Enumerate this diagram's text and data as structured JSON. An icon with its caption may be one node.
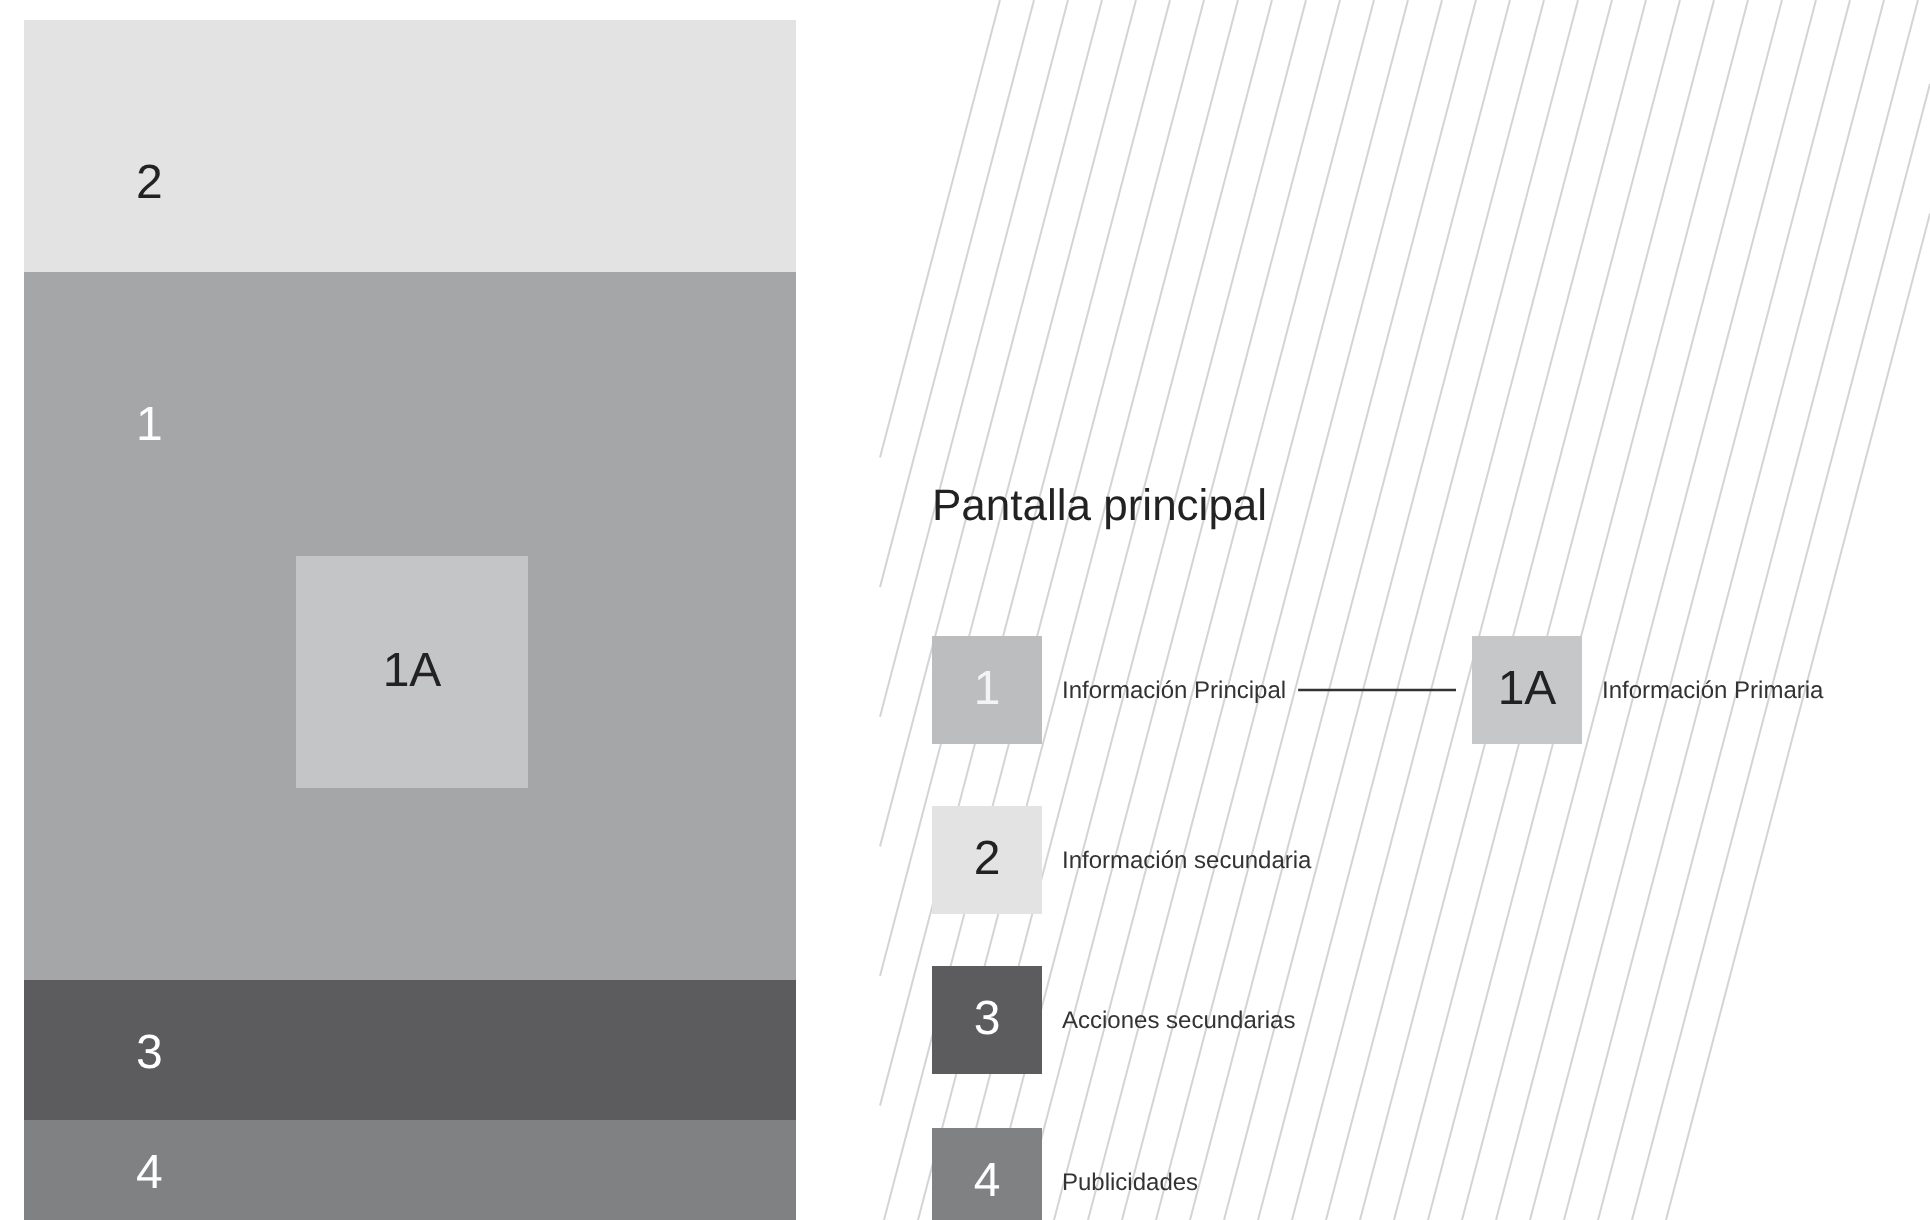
{
  "diagram": {
    "title": "Pantalla principal",
    "nodes": [
      {
        "text": [
          "2"
        ]
      },
      {
        "text": [
          "1"
        ]
      },
      {
        "text": [
          "1A"
        ],
        "in": 1
      },
      {
        "text": [
          "3"
        ]
      },
      {
        "text": [
          "4"
        ]
      },
      {
        "text": [
          "1"
        ],
        "beside": [
          "Información Principal"
        ]
      },
      {
        "text": [
          "1A"
        ],
        "beside": [
          "Información Primaria"
        ]
      },
      {
        "text": [
          "2"
        ],
        "beside": [
          "Información secundaria"
        ]
      },
      {
        "text": [
          "3"
        ],
        "beside": [
          "Acciones secundarias"
        ]
      },
      {
        "text": [
          "4"
        ],
        "beside": [
          "Publicidades"
        ]
      }
    ],
    "edges": [
      {
        "from": 5,
        "to": 6,
        "arrow": "none"
      }
    ]
  }
}
